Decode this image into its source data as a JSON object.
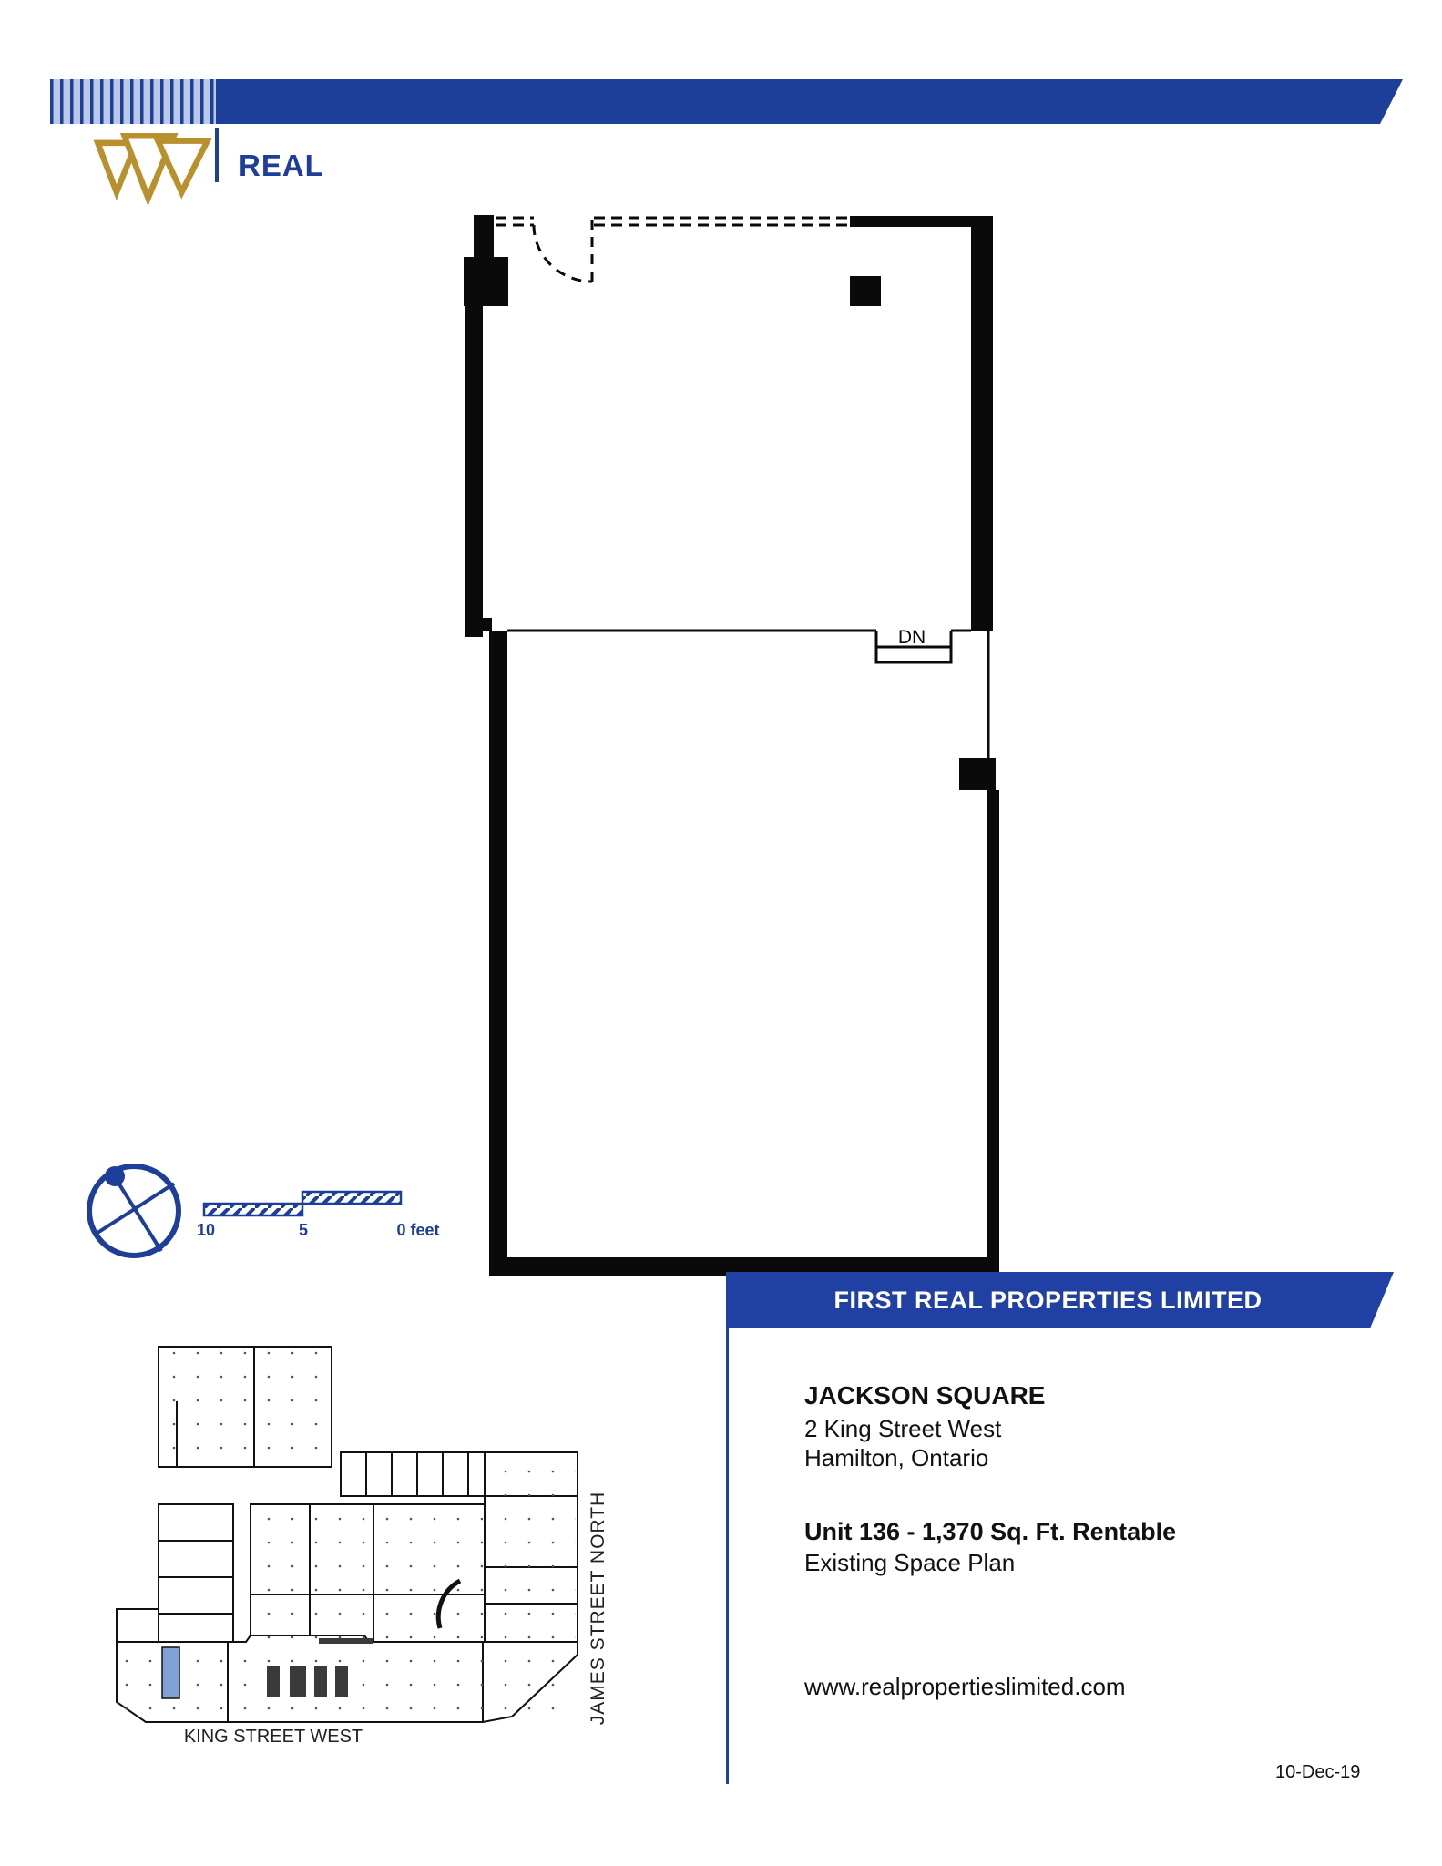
{
  "header": {
    "brand": "REAL"
  },
  "floor_plan": {
    "dn_label": "DN"
  },
  "scale_bar": {
    "label_10": "10",
    "label_5": "5",
    "label_0": "0 feet"
  },
  "banner": {
    "title": "FIRST REAL PROPERTIES LIMITED"
  },
  "info": {
    "property": "JACKSON SQUARE",
    "address_line1": "2 King Street West",
    "address_line2": "Hamilton, Ontario",
    "unit_line": "Unit 136 - 1,370 Sq. Ft. Rentable",
    "plan_type": "Existing Space Plan",
    "website": "www.realpropertieslimited.com"
  },
  "site_map": {
    "street_right": "JAMES STREET NORTH",
    "street_bottom": "KING STREET WEST"
  },
  "footer": {
    "date": "10-Dec-19"
  },
  "colors": {
    "navy": "#1d3e99",
    "banner_blue": "#2140a3",
    "stripe_light": "#b9c9e6",
    "logo_gold": "#b8912e",
    "highlight_unit_fill": "#7fa1d4",
    "plan_black": "#0a0a0a"
  }
}
